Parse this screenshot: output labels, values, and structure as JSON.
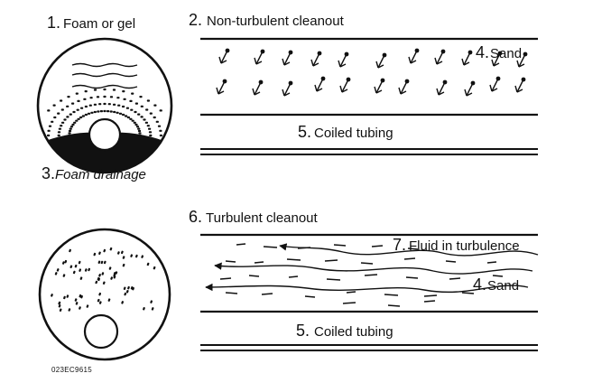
{
  "labels": {
    "foam_num": "1.",
    "foam_text": "Foam or gel",
    "nonturb_num": "2.",
    "nonturb_text": "Non-turbulent cleanout",
    "drain_num": "3.",
    "drain_text": "Foam drainage",
    "sand_num_top": "4.",
    "sand_text_top": "Sand",
    "coiled_num_top": "5.",
    "coiled_text_top": "Coiled tubing",
    "turb_num": "6.",
    "turb_text": "Turbulent cleanout",
    "fluid_num": "7.",
    "fluid_text": "Fluid in turbulence",
    "sand_num_bottom": "4.",
    "sand_text_bottom": "Sand",
    "coiled_num_bottom": "5.",
    "coiled_text_bottom": "Coiled tubing",
    "figure_code": "023EC9615"
  },
  "colors": {
    "ink": "#111111",
    "background": "#ffffff"
  }
}
